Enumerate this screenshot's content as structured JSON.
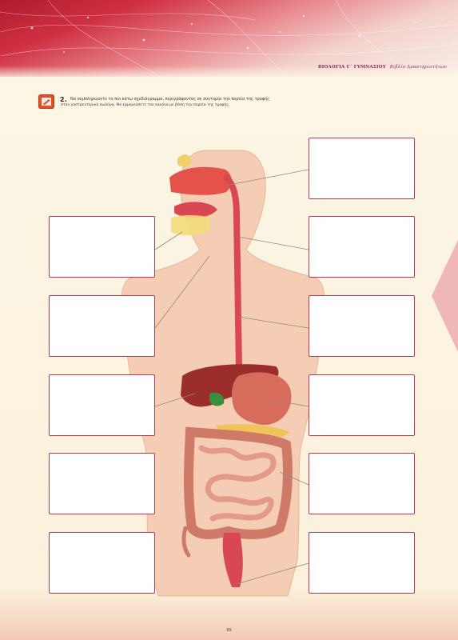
{
  "header": {
    "subject": "ΒΙΟΛΟΓΙΑ Γ΄ ΓΥΜΝΑΣΙΟΥ",
    "book": "Βιβλίο Δραστηριοτήτων"
  },
  "exercise": {
    "number": "2.",
    "instruction_line1": "Να συμπληρώσετε το πιο κάτω σχεδιάγραμμα, περιγράφοντας σε συντομία την πορεία της τροφής",
    "instruction_line2": "στον γαστρεντερικό σωλήνα. Να ερμηνεύσετε τον κανόνα με βάση την πορεία της τροφής.",
    "icon": "pencil-icon"
  },
  "label_boxes_count": 11,
  "colors": {
    "banner": "#cf2f43",
    "box_border": "#b23a55",
    "icon": "#d9542c",
    "arrow": "#efb7b5"
  },
  "footer": {
    "page_number": "89"
  }
}
